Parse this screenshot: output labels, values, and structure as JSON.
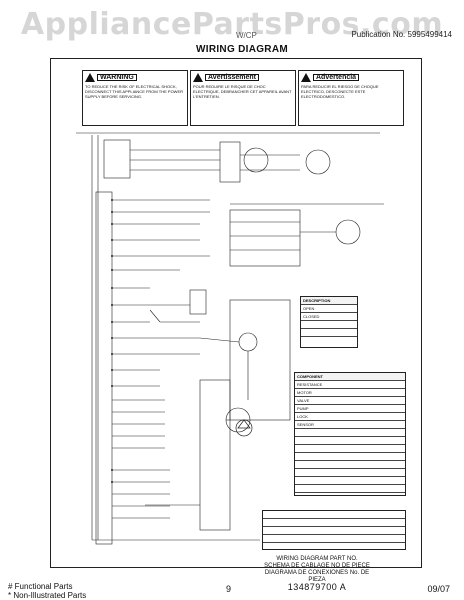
{
  "watermark": "AppliancePartsPros.com",
  "header": {
    "part_label": "Publication No. 5995499414",
    "title": "WIRING DIAGRAM",
    "model": "W/CP"
  },
  "warnings": [
    {
      "label": "WARNING",
      "text": "TO REDUCE THE RISK OF ELECTRICAL SHOCK, DISCONNECT THIS APPLIANCE FROM THE POWER SUPPLY BEFORE SERVICING."
    },
    {
      "label": "Avertissement",
      "text": "POUR REDUIRE LE RISQUE DE CHOC ELECTRIQUE, DEBRANCHER CET APPAREIL AVANT L'ENTRETIEN."
    },
    {
      "label": "Advertencia",
      "text": "PARA REDUCIR EL RIESGO DE CHOQUE ELECTRICO, DESCONECTE ESTE ELECTRODOMESTICO."
    }
  ],
  "tables": {
    "legend": [
      "DESCRIPTION",
      "OPEN",
      "CLOSED"
    ],
    "resistance": [
      "COMPONENT",
      "RESISTANCE",
      "MOTOR",
      "VALVE",
      "PUMP",
      "LOCK",
      "SENSOR"
    ]
  },
  "diagram_part": {
    "line1": "WIRING DIAGRAM PART NO.",
    "line2": "SCHEMA DE CABLAGE NO DE PIECE",
    "line3": "DIAGRAMA DE CONEXIONES No. DE PIEZA",
    "number": "134879700 A"
  },
  "footer": {
    "notes": [
      "# Functional Parts",
      "* Non-Illustrated Parts"
    ],
    "page": "9",
    "date": "09/07"
  }
}
